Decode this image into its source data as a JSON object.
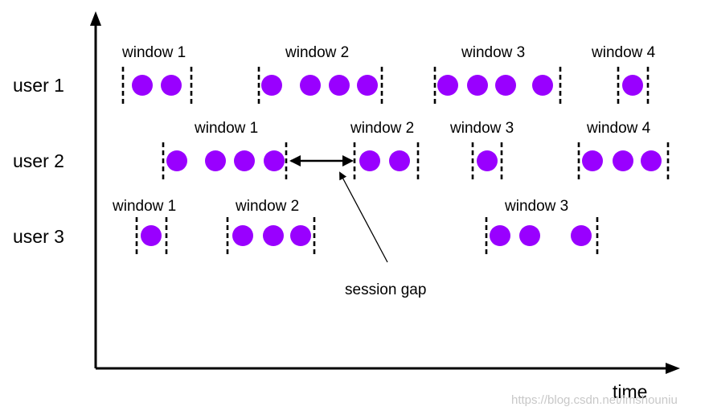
{
  "axis": {
    "x_label": "time"
  },
  "users": [
    {
      "label": "user 1",
      "windows": [
        {
          "label": "window 1",
          "events": 2
        },
        {
          "label": "window 2",
          "events": 4
        },
        {
          "label": "window 3",
          "events": 4
        },
        {
          "label": "window 4",
          "events": 1
        }
      ]
    },
    {
      "label": "user 2",
      "windows": [
        {
          "label": "window 1",
          "events": 4
        },
        {
          "label": "window 2",
          "events": 2
        },
        {
          "label": "window 3",
          "events": 1
        },
        {
          "label": "window 4",
          "events": 3
        }
      ]
    },
    {
      "label": "user 3",
      "windows": [
        {
          "label": "window 1",
          "events": 1
        },
        {
          "label": "window 2",
          "events": 3
        },
        {
          "label": "window 3",
          "events": 3
        }
      ]
    }
  ],
  "annotation": {
    "label": "session gap"
  },
  "watermark": "https://blog.csdn.net/lmshouniu",
  "colors": {
    "event": "#9900ff",
    "line": "#000000"
  }
}
